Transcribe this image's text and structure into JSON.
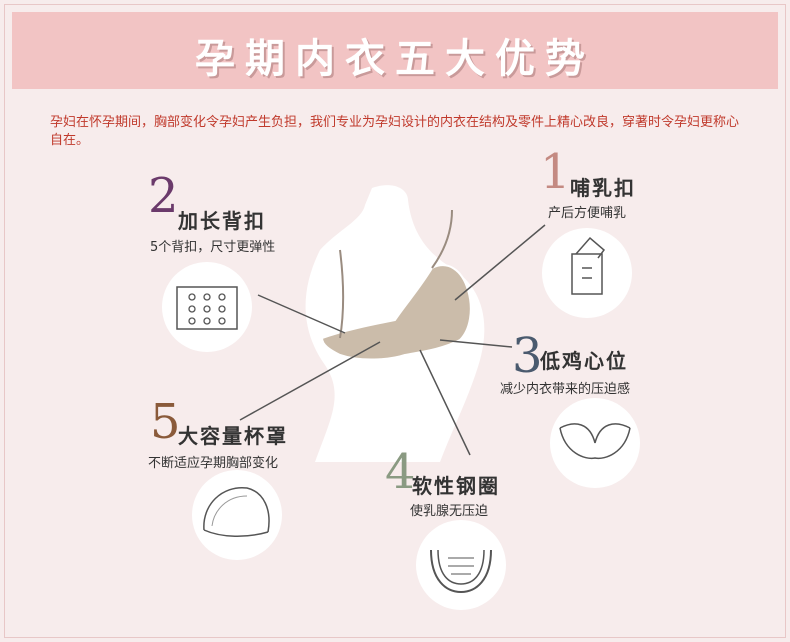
{
  "banner": {
    "title": "孕期内衣五大优势"
  },
  "intro": "孕妇在怀孕期间，胸部变化令孕妇产生负担，我们专业为孕妇设计的内衣在结构及零件上精心改良，穿著时令孕妇更称心自在。",
  "features": [
    {
      "number": "1",
      "title": "哺乳扣",
      "desc": "产后方便哺乳",
      "color": "#c48a82",
      "icon": "nursing-clip-icon"
    },
    {
      "number": "2",
      "title": "加长背扣",
      "desc": "5个背扣，尺寸更弹性",
      "color": "#6b3a6b",
      "icon": "back-hook-icon"
    },
    {
      "number": "3",
      "title": "低鸡心位",
      "desc": "减少内衣带来的压迫感",
      "color": "#4a5a6e",
      "icon": "low-gore-icon"
    },
    {
      "number": "4",
      "title": "软性钢圈",
      "desc": "使乳腺无压迫",
      "color": "#8a9a82",
      "icon": "soft-underwire-icon"
    },
    {
      "number": "5",
      "title": "大容量杯罩",
      "desc": "不断适应孕期胸部变化",
      "color": "#8a5a3a",
      "icon": "cup-icon"
    }
  ],
  "colors": {
    "banner": "#f2c4c4",
    "background": "#f7ecec",
    "intro_text": "#c0392b",
    "bra": "#cbbcaa"
  }
}
